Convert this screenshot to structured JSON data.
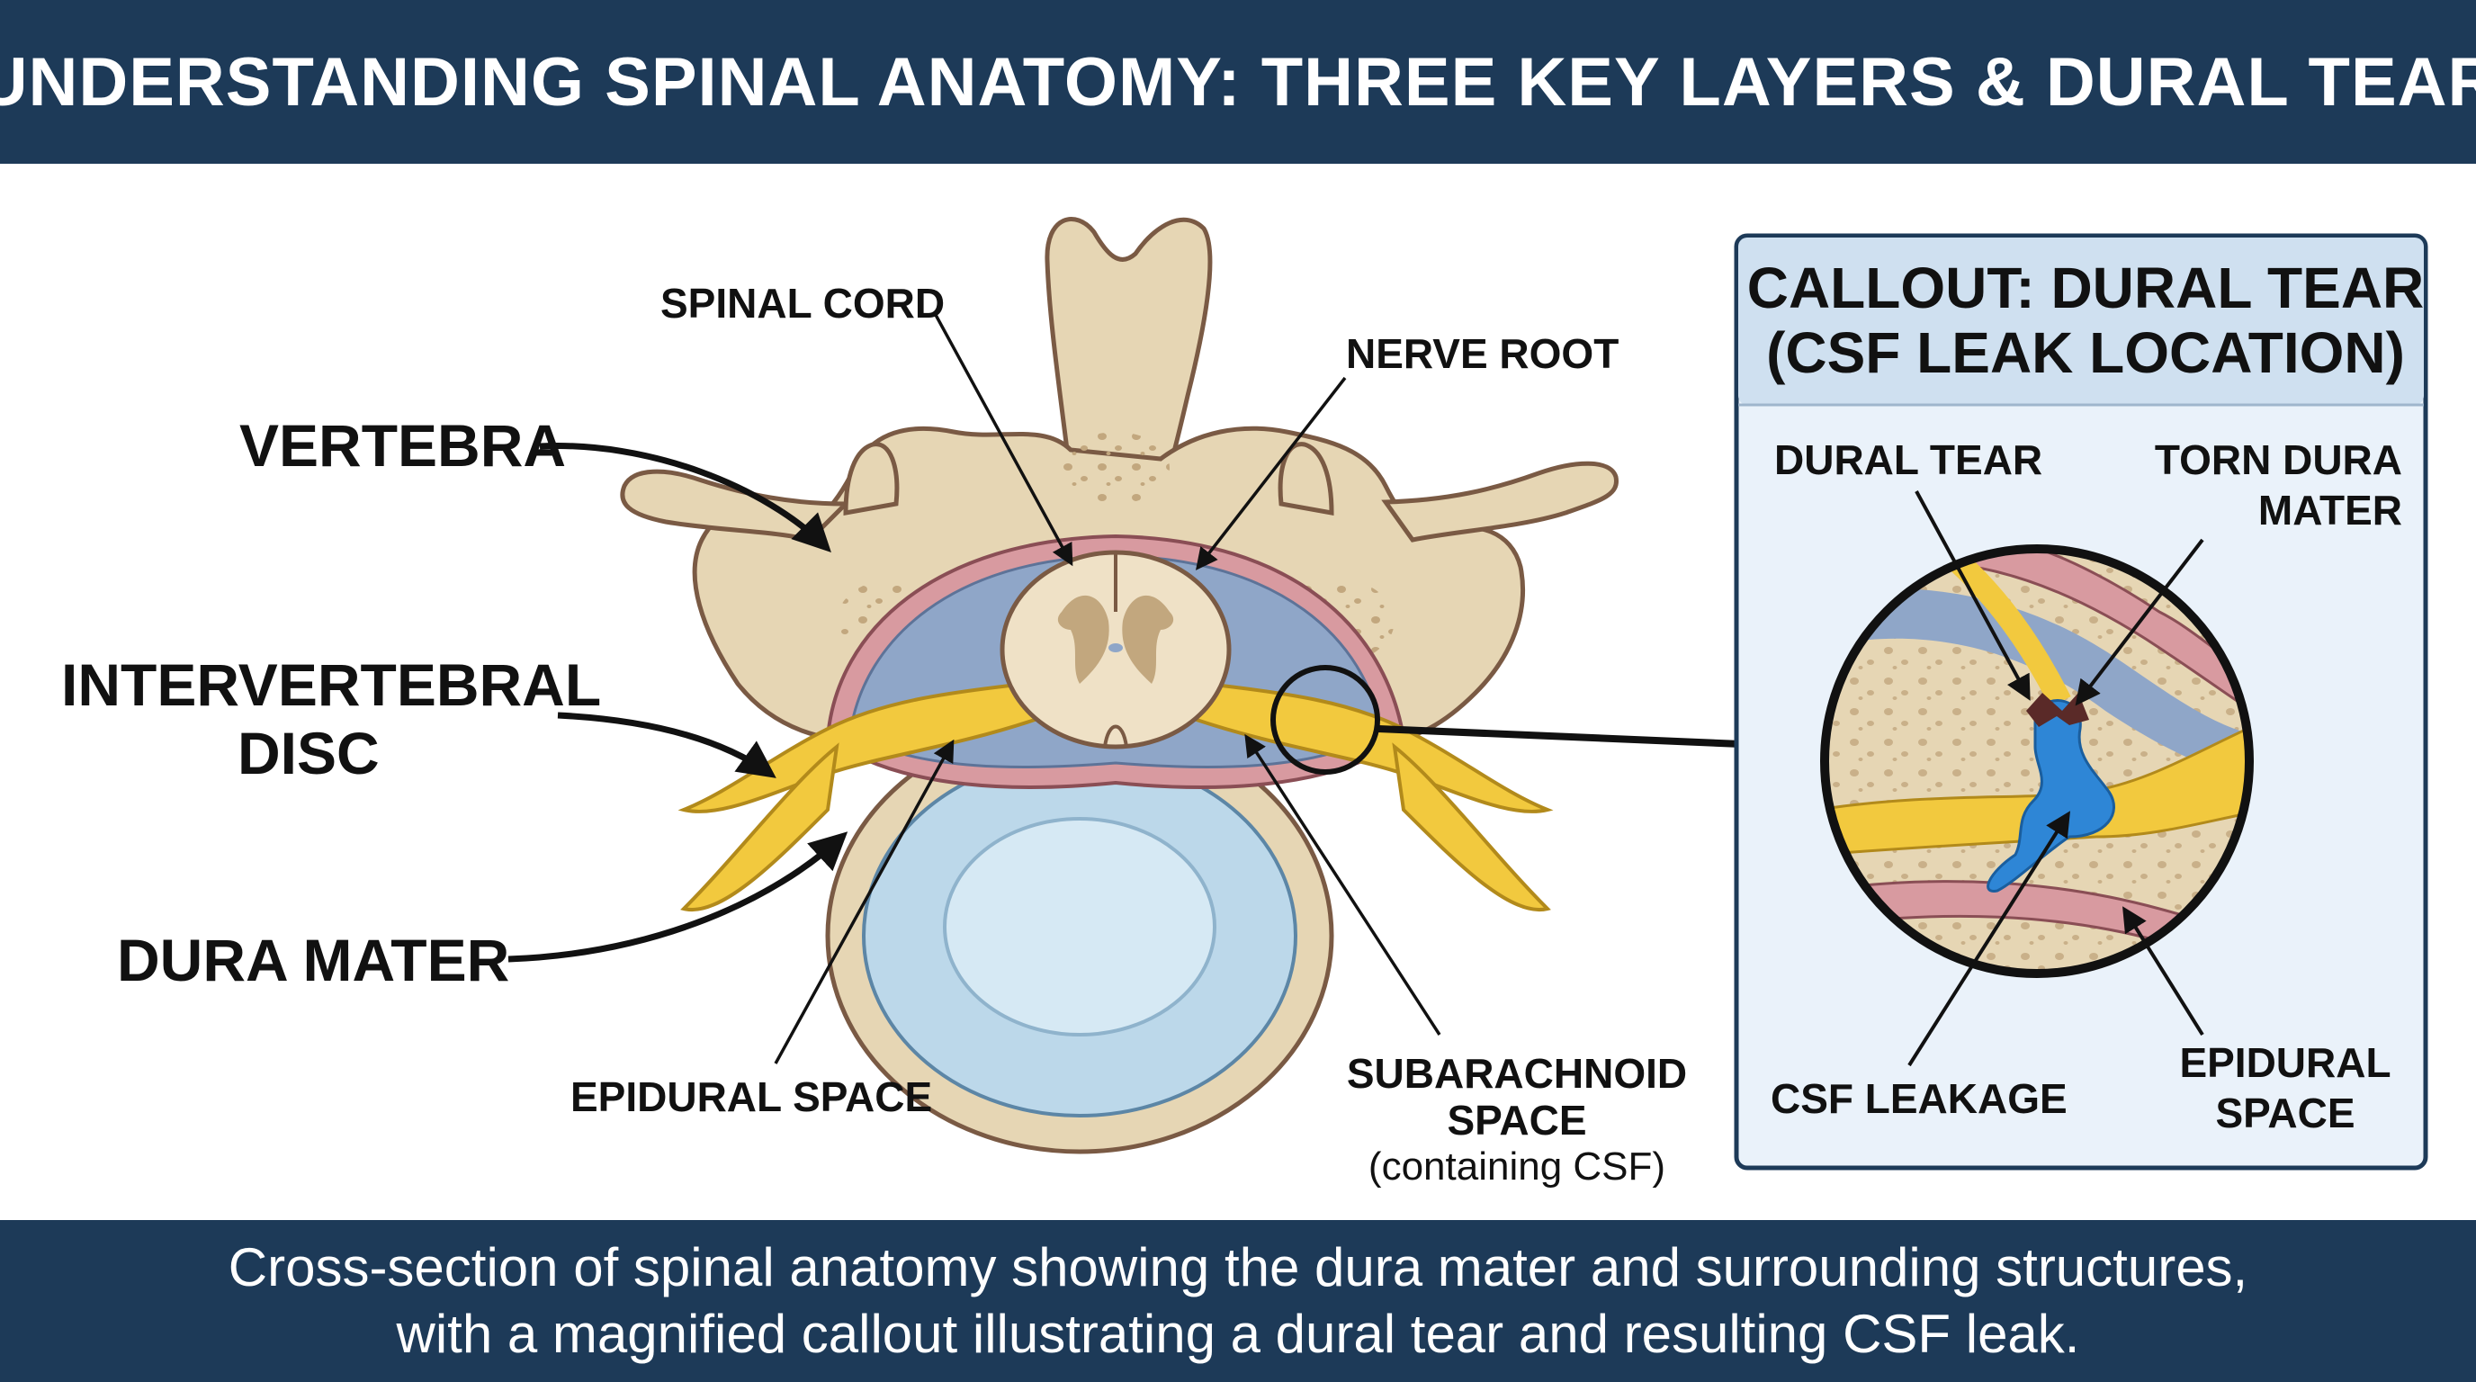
{
  "header": {
    "title": "UNDERSTANDING SPINAL ANATOMY: THREE KEY LAYERS & DURAL TEAR"
  },
  "labels": {
    "vertebra": "VERTEBRA",
    "disc_line1": "INTERVERTEBRAL",
    "disc_line2": "DISC",
    "dura_mater": "DURA MATER",
    "spinal_cord": "SPINAL CORD",
    "nerve_root": "NERVE ROOT",
    "epidural_space": "EPIDURAL SPACE",
    "subarachnoid_line1": "SUBARACHNOID",
    "subarachnoid_line2": "SPACE",
    "subarachnoid_note": "(containing CSF)"
  },
  "callout": {
    "title_line1": "CALLOUT: DURAL TEAR",
    "title_line2": "(CSF LEAK LOCATION)",
    "dural_tear": "DURAL TEAR",
    "torn_line1": "TORN DURA",
    "torn_line2": "MATER",
    "csf_leakage": "CSF LEAKAGE",
    "epidural_line1": "EPIDURAL",
    "epidural_line2": "SPACE"
  },
  "footer": {
    "line1": "Cross-section of spinal anatomy showing the dura mater and surrounding structures,",
    "line2": "with a magnified callout illustrating a dural tear and resulting CSF leak."
  },
  "colors": {
    "header_bg": "#1d3a58",
    "bone": "#e6d6b4",
    "bone_outline": "#7a5a44",
    "dura": "#d89aa0",
    "csf": "#8fa6c8",
    "nerve": "#f2c93e",
    "disc": "#bcd8ea",
    "leak": "#2e86d6",
    "callout_bg": "#eaf2fa"
  }
}
